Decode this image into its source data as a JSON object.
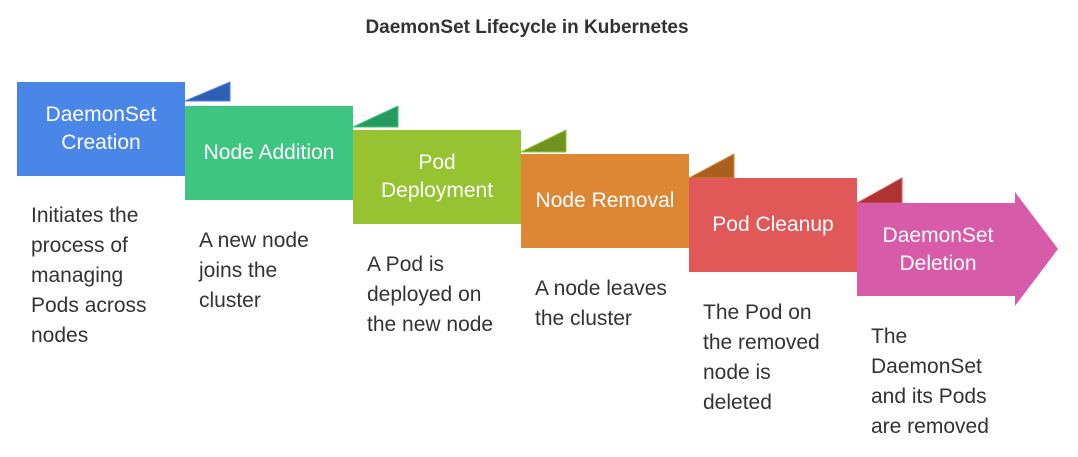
{
  "title": "DaemonSet Lifecycle in Kubernetes",
  "steps": [
    {
      "label": "DaemonSet\nCreation",
      "description": "Initiates the\nprocess of\nmanaging\nPods across\nnodes",
      "color": "#4a86e8",
      "fold_color": "#2f5fb3"
    },
    {
      "label": "Node Addition",
      "description": "A new node\njoins the\ncluster",
      "color": "#3ec582",
      "fold_color": "#249a5e"
    },
    {
      "label": "Pod\nDeployment",
      "description": "A Pod is\ndeployed on\nthe new node",
      "color": "#97c232",
      "fold_color": "#6f9220"
    },
    {
      "label": "Node Removal",
      "description": "A node leaves\nthe cluster",
      "color": "#dd8633",
      "fold_color": "#a9601d"
    },
    {
      "label": "Pod Cleanup",
      "description": "The Pod on\nthe removed\nnode is\ndeleted",
      "color": "#e05858",
      "fold_color": "#ae3434"
    },
    {
      "label": "DaemonSet\nDeletion",
      "description": "The\nDaemonSet\nand its Pods\nare removed",
      "color": "#d85ba9",
      "fold_color": null
    }
  ]
}
